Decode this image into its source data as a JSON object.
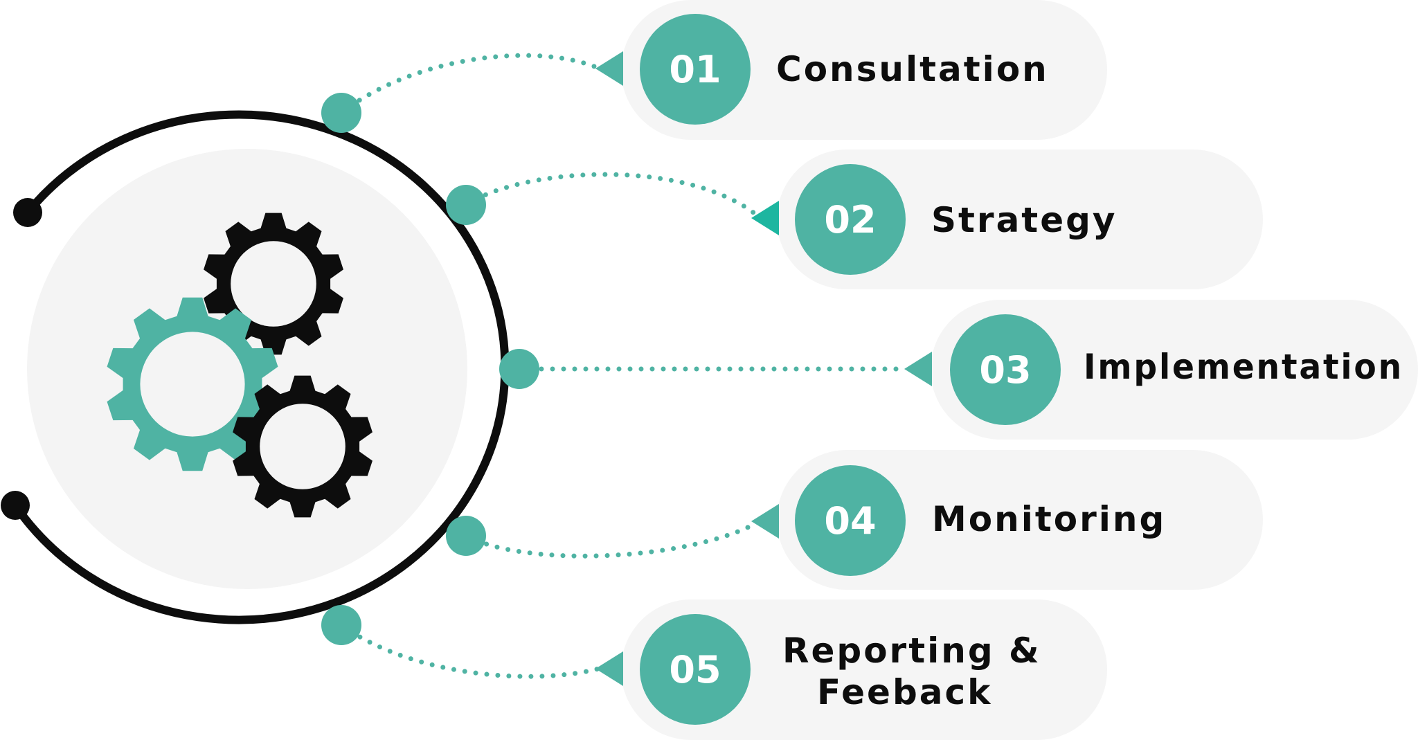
{
  "colors": {
    "teal": "#4fb3a3",
    "pill": "#f5f5f5",
    "hub": "#f4f4f4",
    "dark": "#0d0d0d"
  },
  "icons": [
    "gears-icon"
  ],
  "steps": [
    {
      "number": "01",
      "lines": [
        "Consultation"
      ]
    },
    {
      "number": "02",
      "lines": [
        "Strategy"
      ]
    },
    {
      "number": "03",
      "lines": [
        "Implementation"
      ]
    },
    {
      "number": "04",
      "lines": [
        "Monitoring"
      ]
    },
    {
      "number": "05",
      "lines": [
        "Reporting &",
        "Feeback"
      ]
    }
  ]
}
